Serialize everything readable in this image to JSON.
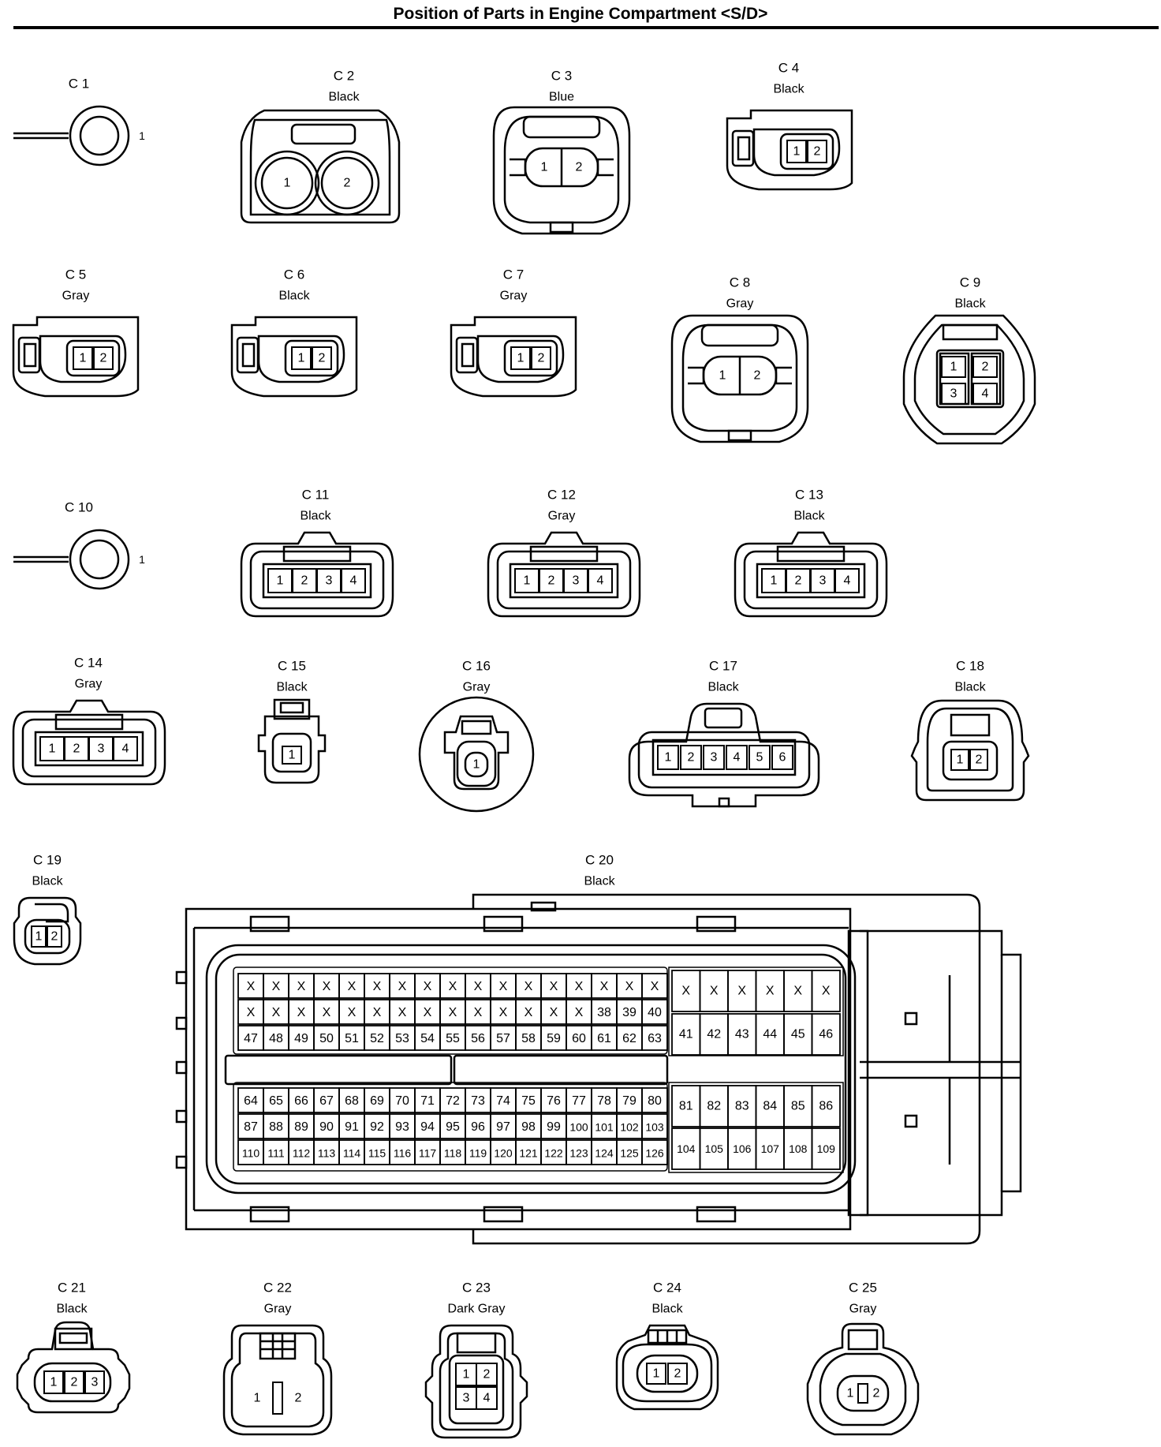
{
  "page": {
    "title": "Position of Parts in Engine Compartment <S/D>"
  },
  "connectors": [
    {
      "id": "C 1",
      "color": "",
      "pins": [
        "1"
      ]
    },
    {
      "id": "C 2",
      "color": "Black",
      "pins": [
        "1",
        "2"
      ]
    },
    {
      "id": "C 3",
      "color": "Blue",
      "pins": [
        "1",
        "2"
      ]
    },
    {
      "id": "C 4",
      "color": "Black",
      "pins": [
        "1",
        "2"
      ]
    },
    {
      "id": "C 5",
      "color": "Gray",
      "pins": [
        "1",
        "2"
      ]
    },
    {
      "id": "C 6",
      "color": "Black",
      "pins": [
        "1",
        "2"
      ]
    },
    {
      "id": "C 7",
      "color": "Gray",
      "pins": [
        "1",
        "2"
      ]
    },
    {
      "id": "C 8",
      "color": "Gray",
      "pins": [
        "1",
        "2"
      ]
    },
    {
      "id": "C 9",
      "color": "Black",
      "pins": [
        "1",
        "2",
        "3",
        "4"
      ]
    },
    {
      "id": "C 10",
      "color": "",
      "pins": [
        "1"
      ]
    },
    {
      "id": "C 11",
      "color": "Black",
      "pins": [
        "1",
        "2",
        "3",
        "4"
      ]
    },
    {
      "id": "C 12",
      "color": "Gray",
      "pins": [
        "1",
        "2",
        "3",
        "4"
      ]
    },
    {
      "id": "C 13",
      "color": "Black",
      "pins": [
        "1",
        "2",
        "3",
        "4"
      ]
    },
    {
      "id": "C 14",
      "color": "Gray",
      "pins": [
        "1",
        "2",
        "3",
        "4"
      ]
    },
    {
      "id": "C 15",
      "color": "Black",
      "pins": [
        "1"
      ]
    },
    {
      "id": "C 16",
      "color": "Gray",
      "pins": [
        "1"
      ]
    },
    {
      "id": "C 17",
      "color": "Black",
      "pins": [
        "1",
        "2",
        "3",
        "4",
        "5",
        "6"
      ]
    },
    {
      "id": "C 18",
      "color": "Black",
      "pins": [
        "1",
        "2"
      ]
    },
    {
      "id": "C 19",
      "color": "Black",
      "pins": [
        "1",
        "2"
      ]
    },
    {
      "id": "C 20",
      "color": "Black",
      "left_block": [
        [
          "X",
          "X",
          "X",
          "X",
          "X",
          "X",
          "X",
          "X",
          "X",
          "X",
          "X",
          "X",
          "X",
          "X",
          "X",
          "X",
          "X"
        ],
        [
          "X",
          "X",
          "X",
          "X",
          "X",
          "X",
          "X",
          "X",
          "X",
          "X",
          "X",
          "X",
          "X",
          "X",
          "38",
          "39",
          "40"
        ],
        [
          "47",
          "48",
          "49",
          "50",
          "51",
          "52",
          "53",
          "54",
          "55",
          "56",
          "57",
          "58",
          "59",
          "60",
          "61",
          "62",
          "63"
        ],
        [
          "64",
          "65",
          "66",
          "67",
          "68",
          "69",
          "70",
          "71",
          "72",
          "73",
          "74",
          "75",
          "76",
          "77",
          "78",
          "79",
          "80"
        ],
        [
          "87",
          "88",
          "89",
          "90",
          "91",
          "92",
          "93",
          "94",
          "95",
          "96",
          "97",
          "98",
          "99",
          "100",
          "101",
          "102",
          "103"
        ],
        [
          "110",
          "111",
          "112",
          "113",
          "114",
          "115",
          "116",
          "117",
          "118",
          "119",
          "120",
          "121",
          "122",
          "123",
          "124",
          "125",
          "126"
        ]
      ],
      "right_block": [
        [
          "X",
          "X",
          "X",
          "X",
          "X",
          "X"
        ],
        [
          "41",
          "42",
          "43",
          "44",
          "45",
          "46"
        ],
        [
          "81",
          "82",
          "83",
          "84",
          "85",
          "86"
        ],
        [
          "104",
          "105",
          "106",
          "107",
          "108",
          "109"
        ]
      ]
    },
    {
      "id": "C 21",
      "color": "Black",
      "pins": [
        "1",
        "2",
        "3"
      ]
    },
    {
      "id": "C 22",
      "color": "Gray",
      "pins": [
        "1",
        "2"
      ]
    },
    {
      "id": "C 23",
      "color": "Dark Gray",
      "pins": [
        "1",
        "2",
        "3",
        "4"
      ]
    },
    {
      "id": "C 24",
      "color": "Black",
      "pins": [
        "1",
        "2"
      ]
    },
    {
      "id": "C 25",
      "color": "Gray",
      "pins": [
        "1",
        "2"
      ]
    }
  ]
}
